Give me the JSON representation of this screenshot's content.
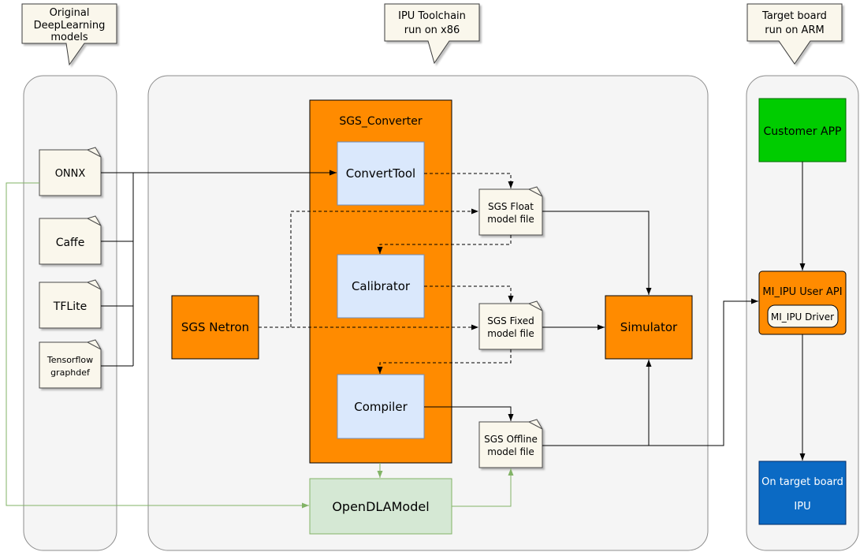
{
  "colors": {
    "panel_fill": "#f5f5f5",
    "orange": "#ff8b00",
    "light_blue": "#dae8fc",
    "light_blue_border": "#6c8ebf",
    "light_green": "#d5e8d4",
    "green": "#82b366",
    "ivory": "#faf7ec",
    "app_green": "#00cc00",
    "board_blue": "#0b6ac4",
    "line_black": "#000000"
  },
  "callouts": {
    "models": {
      "line1": "Original",
      "line2": "DeepLearning",
      "line3": "models"
    },
    "toolchain": {
      "line1": "IPU Toolchain",
      "line2": "run on x86"
    },
    "target": {
      "line1": "Target board",
      "line2": "run on ARM"
    }
  },
  "sources": {
    "onnx": "ONNX",
    "caffe": "Caffe",
    "tflite": "TFLite",
    "tensorflow_line1": "Tensorflow",
    "tensorflow_line2": "graphdef"
  },
  "converter": {
    "title": "SGS_Converter",
    "convert_tool": "ConvertTool",
    "calibrator": "Calibrator",
    "compiler": "Compiler"
  },
  "toolchain_nodes": {
    "netron": "SGS Netron",
    "simulator": "Simulator",
    "opendla": "OpenDLAModel",
    "float_file_line1": "SGS Float",
    "float_file_line2": "model file",
    "fixed_file_line1": "SGS Fixed",
    "fixed_file_line2": "model file",
    "offline_file_line1": "SGS Offline",
    "offline_file_line2": "model file"
  },
  "target_board": {
    "customer_app": "Customer APP",
    "user_api": "MI_IPU User API",
    "driver": "MI_IPU Driver",
    "board_line1": "On target board",
    "board_line2": "IPU"
  }
}
